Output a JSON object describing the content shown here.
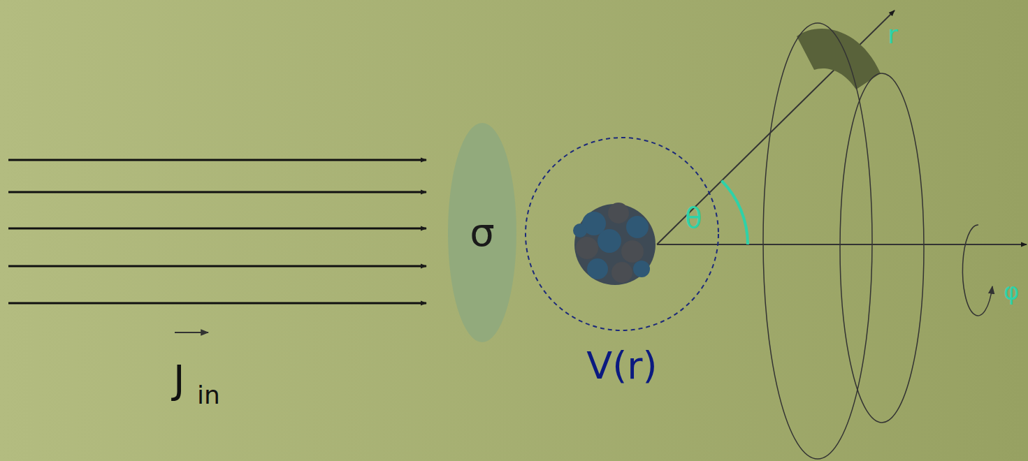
{
  "diagram": {
    "nodes": [
      {
        "text": [
          "σ"
        ]
      },
      {
        "text": [
          "V(r)"
        ]
      }
    ],
    "labels": [
      "J",
      "in",
      "θ",
      "r",
      "φ"
    ]
  }
}
